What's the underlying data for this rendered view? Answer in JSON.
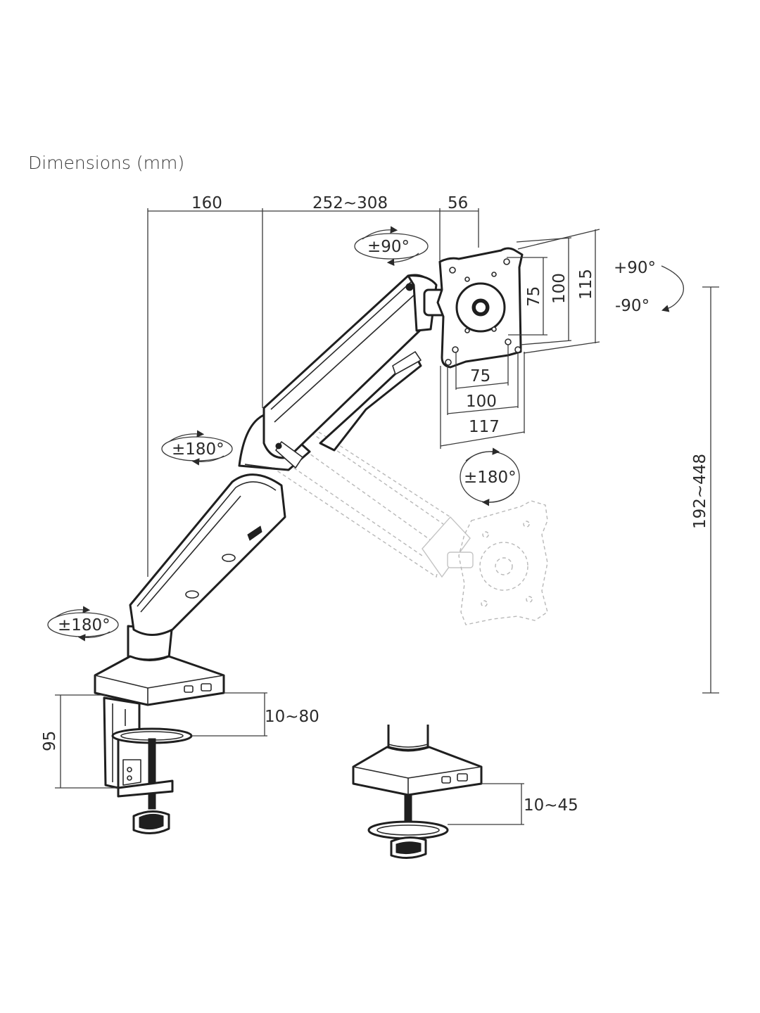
{
  "title": "Dimensions (mm)",
  "dimensions": {
    "top_left": "160",
    "top_mid": "252~308",
    "top_right": "56",
    "vesa_v_inner": "75",
    "vesa_v_mid": "100",
    "vesa_v_outer": "115",
    "vesa_h_inner": "75",
    "vesa_h_mid": "100",
    "vesa_h_outer": "117",
    "height_range": "192~448",
    "clamp_height": "95",
    "clamp_range": "10~80",
    "grommet_range": "10~45"
  },
  "rotations": {
    "tilt_plate": "±90°",
    "rotate_plus": "+90°",
    "rotate_minus": "-90°",
    "swivel_plate": "±180°",
    "swivel_elbow": "±180°",
    "swivel_base": "±180°"
  }
}
